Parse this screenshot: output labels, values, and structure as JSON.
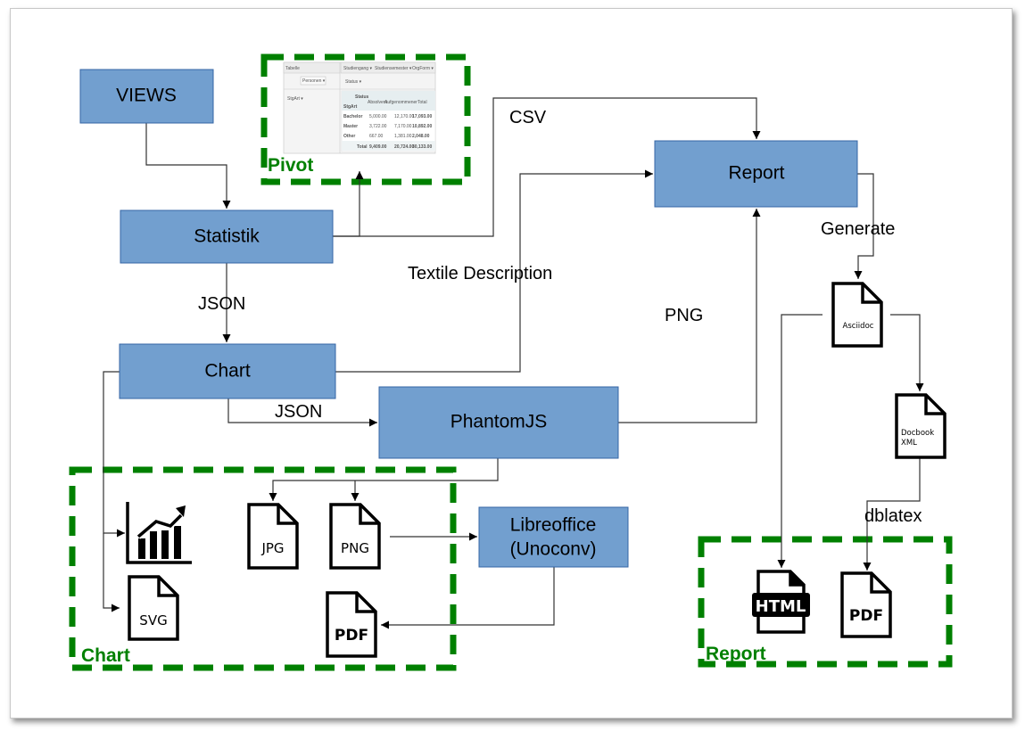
{
  "nodes": {
    "views": "VIEWS",
    "statistik": "Statistik",
    "chart": "Chart",
    "phantomjs": "PhantomJS",
    "report": "Report",
    "libreoffice_line1": "Libreoffice",
    "libreoffice_line2": "(Unoconv)"
  },
  "edge_labels": {
    "csv": "CSV",
    "json_statistik_chart": "JSON",
    "json_chart_phantom": "JSON",
    "textile": "Textile Description",
    "png": "PNG",
    "generate": "Generate",
    "dblatex": "dblatex"
  },
  "groups": {
    "pivot": "Pivot",
    "chart": "Chart",
    "report": "Report"
  },
  "files": {
    "jpg": "JPG",
    "png": "PNG",
    "svg": "SVG",
    "pdf_chart": "PDF",
    "asciidoc": "Asciidoc",
    "docbook_line1": "Docbook",
    "docbook_line2": "XML",
    "html": "HTML",
    "pdf_report": "PDF"
  },
  "icons": {
    "chart_icon": "bar-chart-trend-icon"
  },
  "pivot": {
    "table_select": "Tabelle",
    "col_fields": [
      "Studiengang ▾",
      "Studiensemester ▾",
      "OrgForm ▾"
    ],
    "value_field": "Personen ▾",
    "col_field2": "Status ▾",
    "row_field": "StgArt ▾",
    "header_status": "Status",
    "header_stgart": "StgArt",
    "columns": [
      "Absolvent",
      "Aufgenommener",
      "Total"
    ],
    "rows": [
      {
        "label": "Bachelor",
        "values": [
          "5,000.00",
          "12,170.00",
          "17,093.00"
        ]
      },
      {
        "label": "Master",
        "values": [
          "3,722.00",
          "7,170.00",
          "10,892.00"
        ]
      },
      {
        "label": "Other",
        "values": [
          "667.00",
          "1,381.00",
          "2,048.00"
        ]
      }
    ],
    "total_label": "Total",
    "totals": [
      "9,409.00",
      "20,724.00",
      "30,133.00"
    ]
  },
  "colors": {
    "box_fill": "#729fcf",
    "box_stroke": "#3465a4",
    "group_green": "#008000"
  }
}
